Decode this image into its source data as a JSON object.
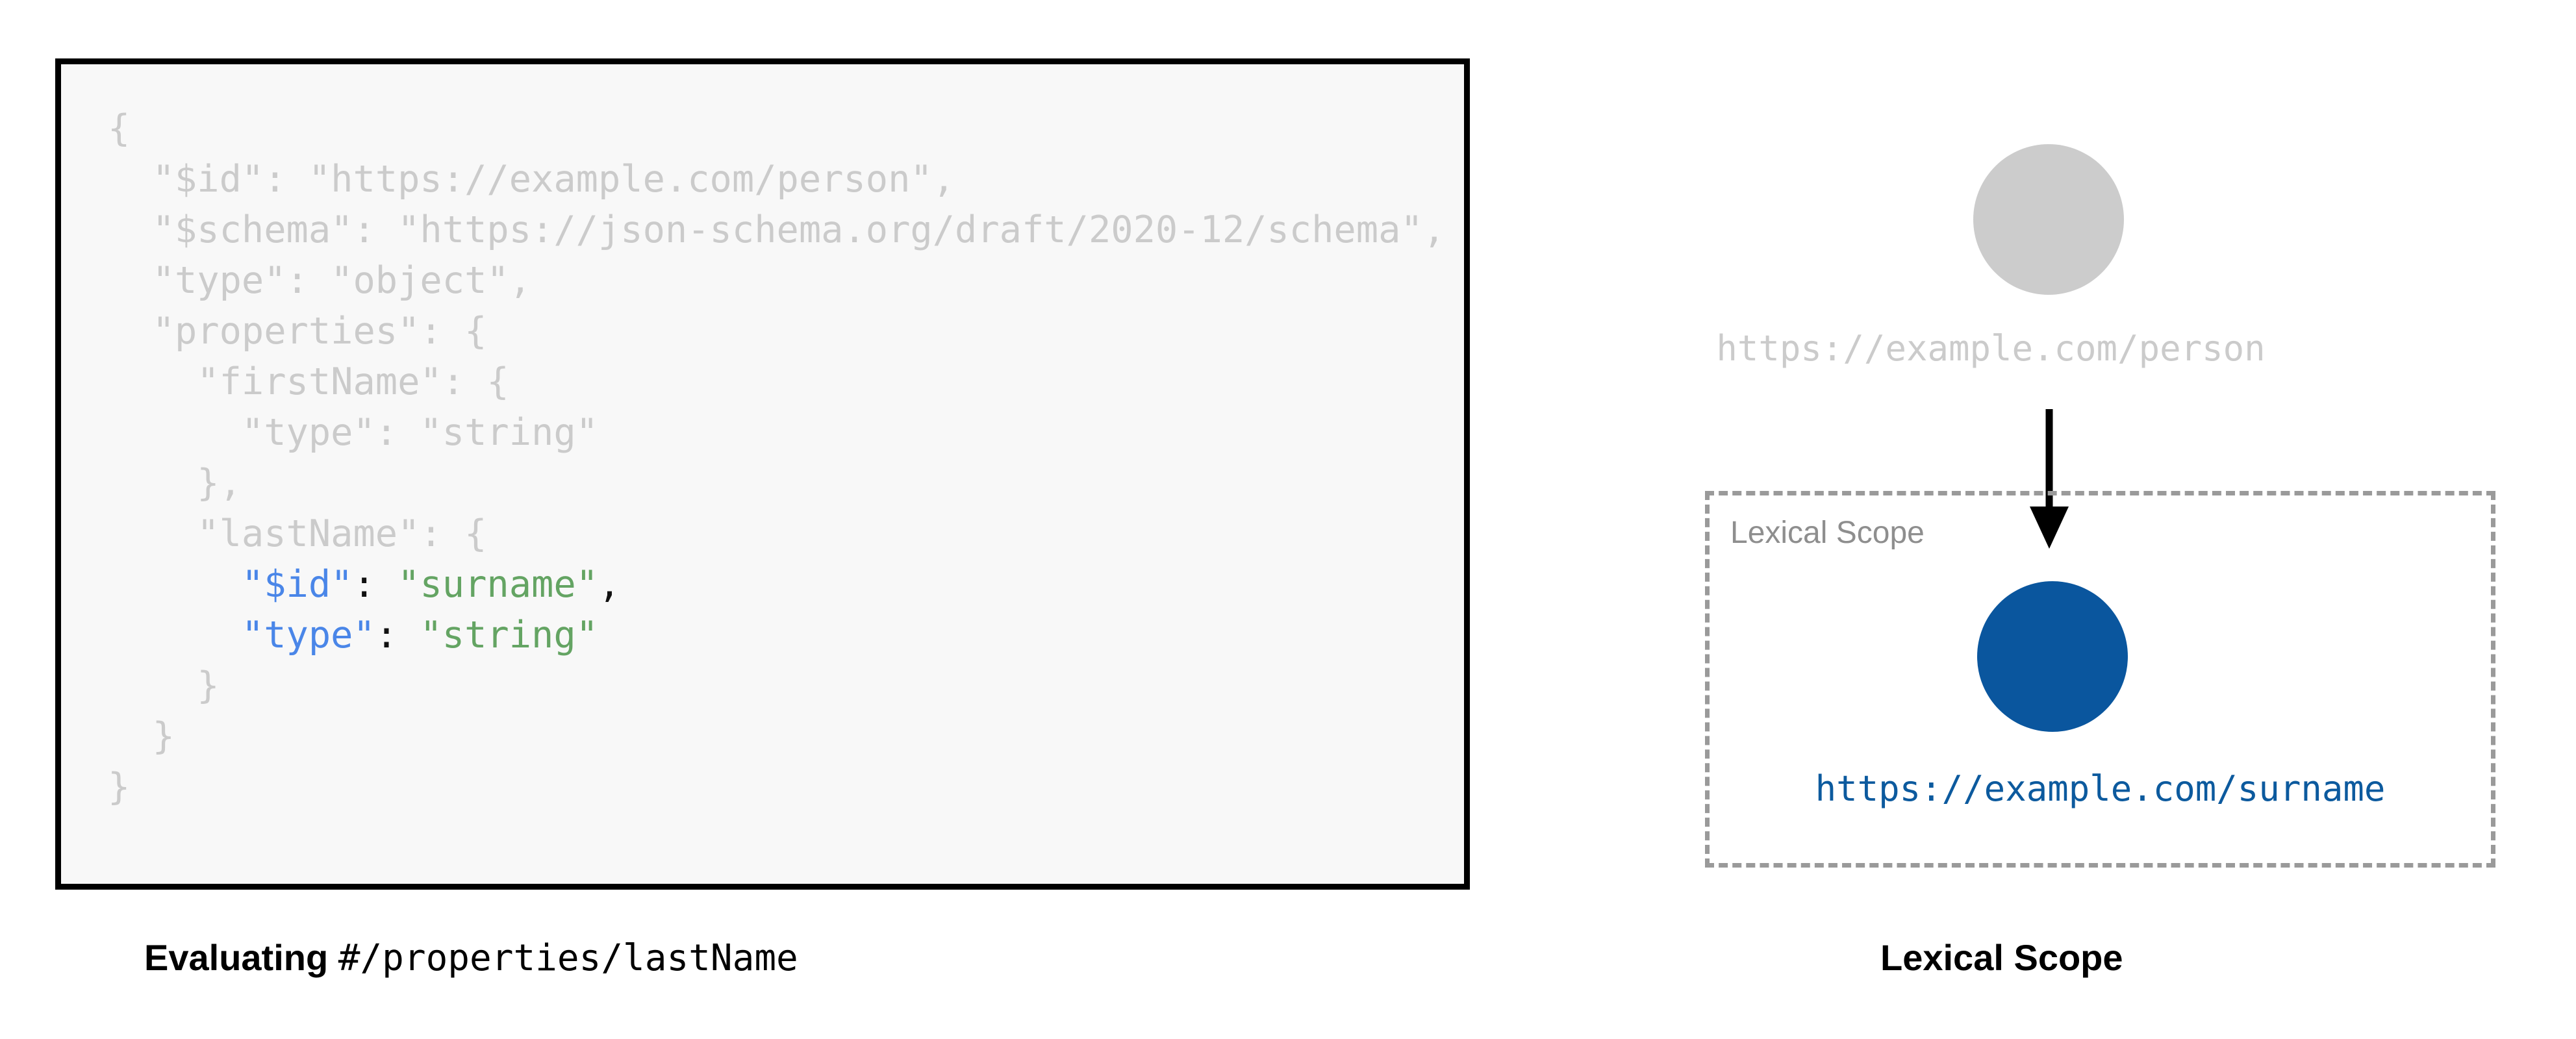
{
  "code_block": {
    "language": "json",
    "background": "#f8f8f8",
    "border_color": "#000000",
    "dim_color": "#cbcbcb",
    "key_color": "#4a86e8",
    "string_color": "#64a463",
    "lines": [
      {
        "indent": 0,
        "text": "{",
        "highlighted": false
      },
      {
        "indent": 1,
        "text": "\"$id\": \"https://example.com/person\",",
        "highlighted": false
      },
      {
        "indent": 1,
        "text": "\"$schema\": \"https://json-schema.org/draft/2020-12/schema\",",
        "highlighted": false
      },
      {
        "indent": 1,
        "text": "\"type\": \"object\",",
        "highlighted": false
      },
      {
        "indent": 1,
        "text": "\"properties\": {",
        "highlighted": false
      },
      {
        "indent": 2,
        "text": "\"firstName\": {",
        "highlighted": false
      },
      {
        "indent": 3,
        "text": "\"type\": \"string\"",
        "highlighted": false
      },
      {
        "indent": 2,
        "text": "},",
        "highlighted": false
      },
      {
        "indent": 2,
        "text": "\"lastName\": {",
        "highlighted": false
      },
      {
        "indent": 3,
        "text": "\"$id\": \"surname\",",
        "highlighted": true,
        "key": "\"$id\"",
        "value": "\"surname\"",
        "trailing": ","
      },
      {
        "indent": 3,
        "text": "\"type\": \"string\"",
        "highlighted": true,
        "key": "\"type\"",
        "value": "\"string\"",
        "trailing": ""
      },
      {
        "indent": 2,
        "text": "}",
        "highlighted": false
      },
      {
        "indent": 1,
        "text": "}",
        "highlighted": false
      },
      {
        "indent": 0,
        "text": "}",
        "highlighted": false
      }
    ]
  },
  "captions": {
    "left_bold": "Evaluating",
    "left_mono": "#/properties/lastName",
    "right": "Lexical Scope"
  },
  "diagram": {
    "parent_node": {
      "label": "https://example.com/person",
      "fill": "#cccccc",
      "label_color": "#cbcbcb"
    },
    "scope_box": {
      "label": "Lexical Scope",
      "border_color": "#9a9a9a",
      "border_style": "dashed",
      "label_color": "#8e8e8e"
    },
    "child_node": {
      "label": "https://example.com/surname",
      "fill": "#0a569e",
      "label_color": "#0c5a9e"
    },
    "arrow": {
      "direction": "down",
      "color": "#000000"
    }
  }
}
